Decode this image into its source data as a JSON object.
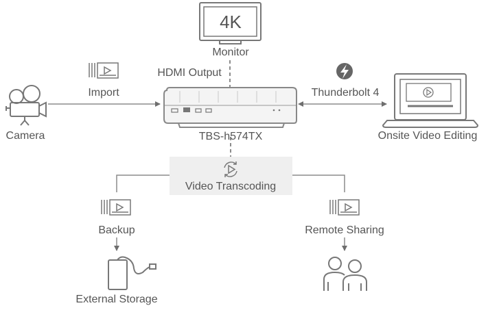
{
  "nodes": {
    "monitor": {
      "label": "Monitor",
      "screen_text": "4K"
    },
    "nas": {
      "label": "TBS-h574TX"
    },
    "camera": {
      "label": "Camera"
    },
    "laptop": {
      "label": "Onsite Video Editing"
    },
    "transcoding": {
      "label": "Video Transcoding"
    },
    "backup": {
      "label": "Backup"
    },
    "external_storage": {
      "label": "External Storage"
    },
    "remote_sharing": {
      "label": "Remote Sharing"
    }
  },
  "edges": {
    "hdmi": {
      "label": "HDMI Output"
    },
    "import": {
      "label": "Import"
    },
    "thunderbolt": {
      "label": "Thunderbolt 4"
    }
  },
  "colors": {
    "line": "#8c8c8c",
    "icon": "#777777",
    "text": "#555555",
    "panel": "#efefef"
  }
}
